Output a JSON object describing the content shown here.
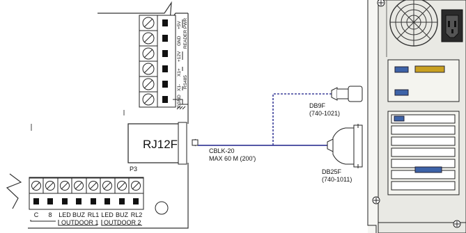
{
  "board": {
    "connector_label": "RJ12F",
    "port_label": "P3",
    "vertical_terminal_labels": [
      "+5V",
      "GND",
      "+12V",
      "X1+",
      "X1-",
      "EGND"
    ],
    "group_labels": [
      "READER PWR",
      "RS485"
    ],
    "bottom_terminals": [
      "C",
      "8",
      "LED",
      "BUZ",
      "RL1",
      "LED",
      "BUZ",
      "RL2"
    ],
    "bottom_groups": [
      "OUTDOOR 1",
      "OUTDOOR 2"
    ]
  },
  "cable": {
    "name": "CBLK-20",
    "length": "MAX 60 M (200')"
  },
  "connectors": {
    "db9": {
      "name": "DB9F",
      "part": "(740-1021)"
    },
    "db25": {
      "name": "DB25F",
      "part": "(740-1011)"
    }
  },
  "colors": {
    "cable": "#3b3f9a",
    "board_line": "#333333",
    "computer_panel": "#e9e9e4"
  }
}
